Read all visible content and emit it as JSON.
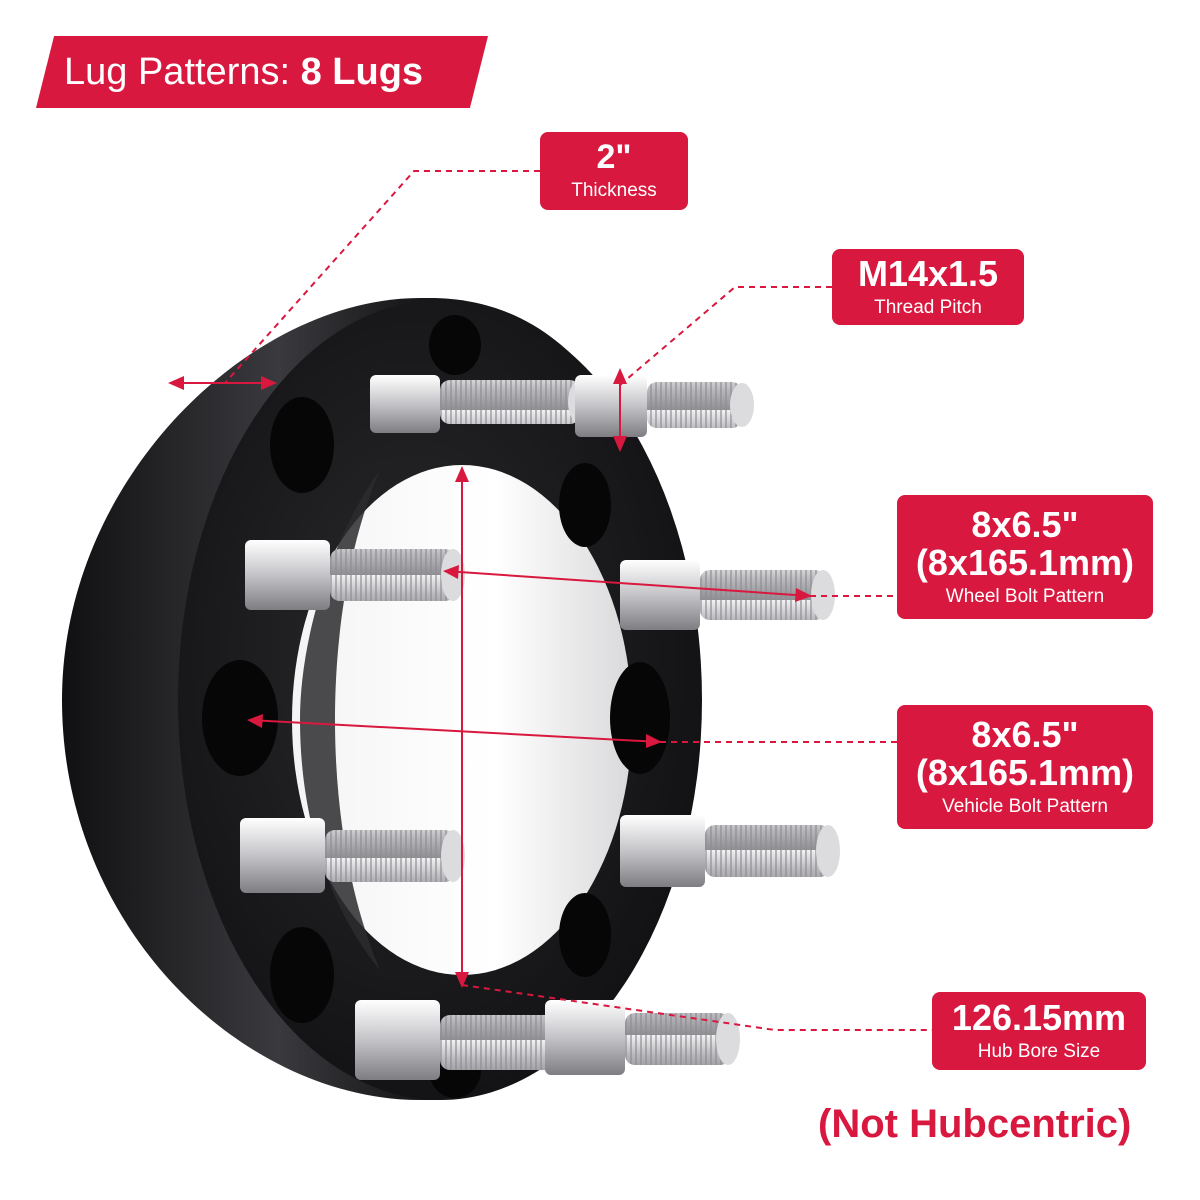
{
  "banner": {
    "prefix": "Lug Patterns: ",
    "value": "8 Lugs"
  },
  "labels": {
    "thickness": {
      "value": "2\"",
      "caption": "Thickness"
    },
    "thread": {
      "value": "M14x1.5",
      "caption": "Thread Pitch"
    },
    "wheel_pattern": {
      "value": "8x6.5\"",
      "value_mm": "(8x165.1mm)",
      "caption": "Wheel Bolt Pattern"
    },
    "vehicle_pattern": {
      "value": "8x6.5\"",
      "value_mm": "(8x165.1mm)",
      "caption": "Vehicle Bolt Pattern"
    },
    "hub_bore": {
      "value": "126.15mm",
      "caption": "Hub Bore Size"
    }
  },
  "note": "(Not Hubcentric)",
  "colors": {
    "accent": "#d8183e",
    "spacer": "#1c1c1e",
    "stud": "#c9c9cc"
  },
  "icons": [
    "wheel-spacer-image"
  ]
}
